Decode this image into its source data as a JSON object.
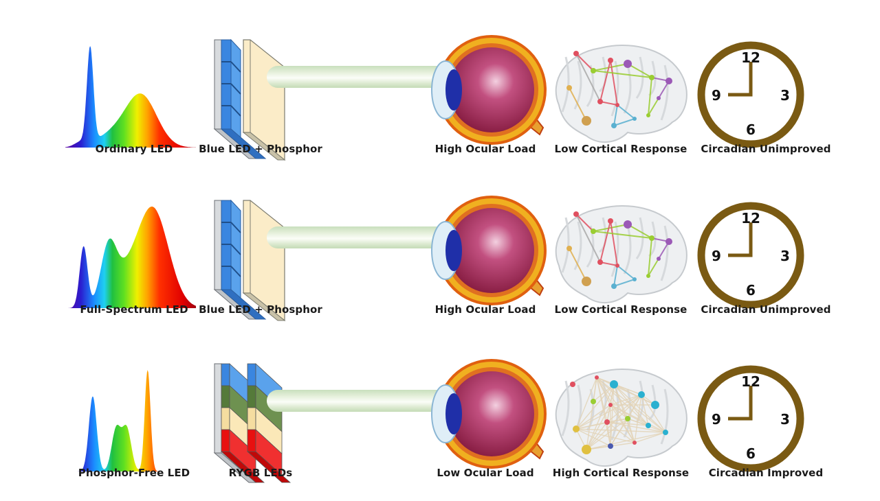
{
  "colors": {
    "clock_ring": "#7a5a13",
    "clock_hands": "#7a5a13",
    "beam": "#dbe9d0",
    "eyeball": "#a9345a",
    "phosphor": "#fbecc8",
    "blue_led": "#4a90e2"
  },
  "rows": [
    {
      "spectrum": {
        "label": "Ordinary LED",
        "type": "ordinary"
      },
      "emitter": {
        "label": "Blue LED + Phosphor",
        "type": "phosphor"
      },
      "eye": {
        "label": "High Ocular Load"
      },
      "brain": {
        "label": "Low Cortical Response",
        "type": "sparse"
      },
      "clock": {
        "label": "Circadian Unimproved",
        "numerals": [
          "12",
          "3",
          "6",
          "9"
        ]
      }
    },
    {
      "spectrum": {
        "label": "Full-Spectrum LED",
        "type": "full"
      },
      "emitter": {
        "label": "Blue LED + Phosphor",
        "type": "phosphor"
      },
      "eye": {
        "label": "High Ocular Load"
      },
      "brain": {
        "label": "Low Cortical Response",
        "type": "sparse"
      },
      "clock": {
        "label": "Circadian Unimproved",
        "numerals": [
          "12",
          "3",
          "6",
          "9"
        ]
      }
    },
    {
      "spectrum": {
        "label": "Phosphor-Free LED",
        "type": "free"
      },
      "emitter": {
        "label": "RYGB LEDs",
        "type": "rygb"
      },
      "eye": {
        "label": "Low Ocular Load"
      },
      "brain": {
        "label": "High Cortical Response",
        "type": "dense"
      },
      "clock": {
        "label": "Circadian Improved",
        "numerals": [
          "12",
          "3",
          "6",
          "9"
        ]
      }
    }
  ]
}
